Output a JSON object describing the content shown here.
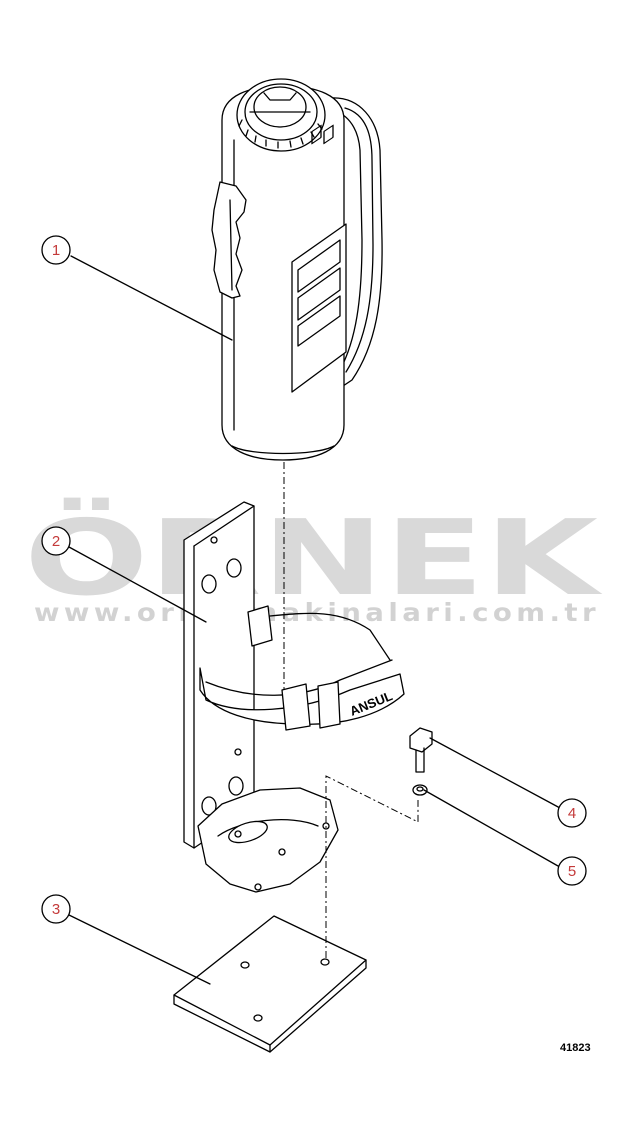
{
  "figure_number": "41823",
  "callouts": [
    {
      "label": "1"
    },
    {
      "label": "2"
    },
    {
      "label": "3"
    },
    {
      "label": "4"
    },
    {
      "label": "5"
    }
  ],
  "watermark": {
    "brand": "ÖRNEK",
    "url": "www.ornekmakinalari.com.tr"
  },
  "bracket_strap_text": "ANSUL",
  "colors": {
    "callout": "#c43a3a",
    "watermark": "#d9d9d9",
    "watermark_accent": "#ece7c8",
    "line": "#000000"
  }
}
